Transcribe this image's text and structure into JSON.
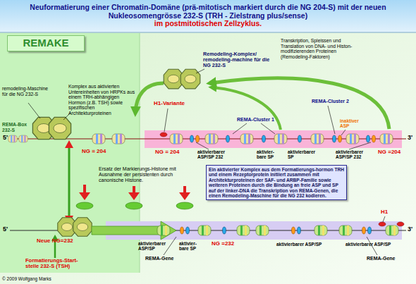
{
  "diagram": {
    "title": "Neuformatierung einer Chromatin-Domäne (prä-mitotisch markiert durch die NG 204-S) mit der neuen Nukleosomengrösse 232-S (TRH - Zielstrang plus/sense)",
    "nodes": [
      {
        "text": [
          "REMAKE"
        ]
      },
      {
        "text": [
          "Ein aktivierter Komplex aus dem Formatierungs-hormon TRH und einem Rezeptorprotein initiiert zusammen mit Architekturproteinen der SAF- und ARBP-Familie sowie weiteren Proteinen durch die Bindung an freie ASP und SP auf der linker-DNA die Transkription von REMA-Genen, die einen Remodeling-Maschine für die NG 232 kodieren."
        ]
      }
    ],
    "labels": [
      "im postmitotischen Zellzyklus.",
      "remodeling-Maschine für die NG 232-S",
      "Komplex aus aktivierten Untereinheiten von HRPKs aus einem TRH-abhängigen Hormon (z.B. TSH) sowie spezifischen Architekturproteinen",
      "REMA-Box 232-S",
      "Remodeling-Komplex/ remodeling-machine für die NG 232-S",
      "Transkription, Spleissen und Translation von DNA- und Histon-modifizierenden Proteinen (Remodeling-Faktoren)",
      "H1-Variante",
      "REMA-Cluster 1",
      "REMA-Cluster 2",
      "inaktiver ASP",
      "5'",
      "3'",
      "NG = 204",
      "NG = 204",
      "aktivierbarer ASP/SP 232",
      "aktivier-bare SP",
      "aktivierbarer SP",
      "aktivierbarer ASP/SP 232",
      "NG =204",
      "Ersatz der Markierungs-Histone mit Ausnahme der persistenten durch canonische Histone.",
      "H1",
      "5'",
      "3'",
      "Neue NG=232",
      "aktivierbarer ASP/SP",
      "aktivier-bare SP",
      "NG =232",
      "aktivierbarer ASP/SP",
      "aktivierbarer ASP/SP",
      "REMA-Gene",
      "REMA-Gene",
      "Formatierungs-Start-stelle 232-S (TSH)",
      "© 2009 Wolfgang Marks"
    ]
  }
}
